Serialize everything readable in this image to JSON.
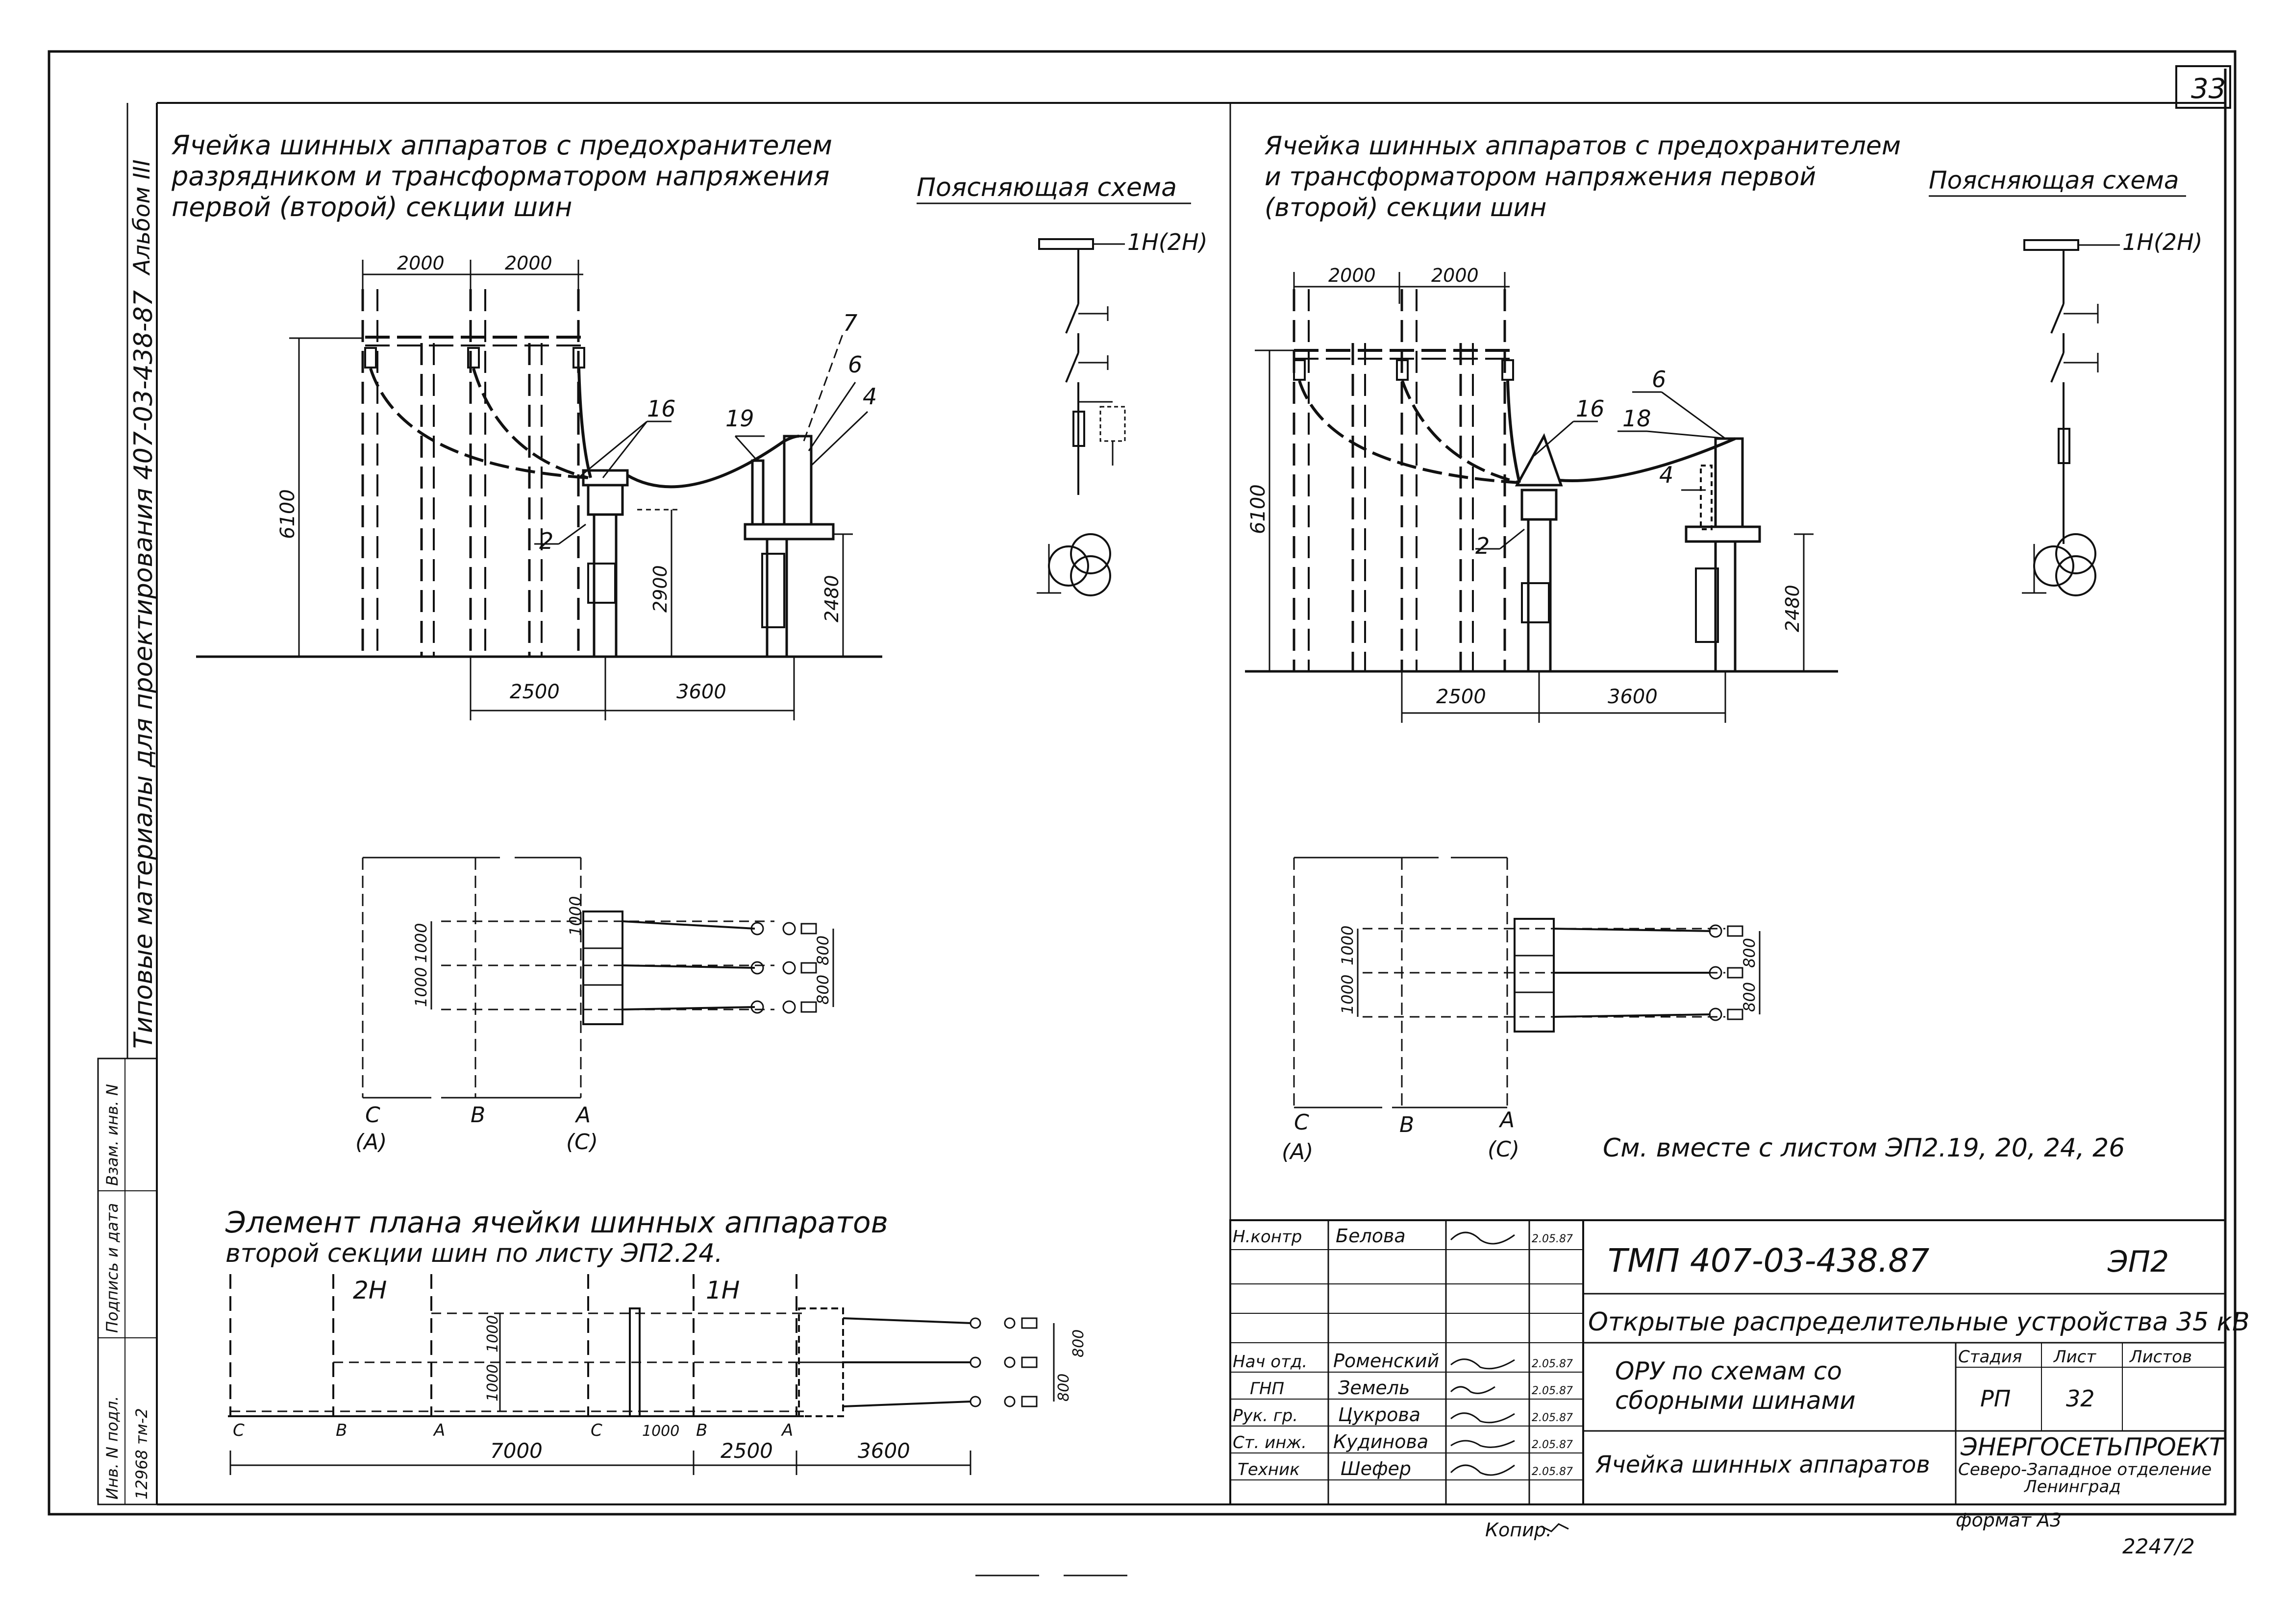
{
  "sheet_number": "33",
  "side_strip": {
    "album": "Альбом III",
    "series": "Типовые материалы для проектирования  407-03-438-87",
    "stamp_labels": [
      "Инв. N подл.",
      "Подпись и дата",
      "Взам. инв. N"
    ],
    "inventory_no": "12968 тм-2"
  },
  "left": {
    "title_lines": [
      "Ячейка шинных аппаратов с предохранителем",
      "разрядником и трансформатором напряжения",
      "первой (второй) секции шин"
    ],
    "schema_title": "Поясняющая схема",
    "schema_label": "1Н(2Н)",
    "dims_top": [
      "2000",
      "2000"
    ],
    "dim_height": "6100",
    "dim_mid": "2900",
    "dim_right": "2480",
    "dims_bottom": [
      "2500",
      "3600"
    ],
    "callouts": [
      "16",
      "19",
      "7",
      "6",
      "4",
      "2"
    ],
    "plan_dims": [
      "1000",
      "1000",
      "1000",
      "800",
      "800"
    ],
    "axes": [
      {
        "letter": "C",
        "sub": "(A)"
      },
      {
        "letter": "B",
        "sub": ""
      },
      {
        "letter": "A",
        "sub": "(C)"
      }
    ],
    "element_title_lines": [
      "Элемент плана ячейки шинных аппаратов",
      "второй секции шин по листу ЭП2.24."
    ],
    "element_labels": [
      "2Н",
      "1Н"
    ],
    "element_axes": [
      "C",
      "B",
      "A",
      "C",
      "B",
      "A"
    ],
    "element_dims": [
      "7000",
      "2500",
      "3600",
      "1000",
      "1000",
      "1000",
      "800",
      "800"
    ]
  },
  "right": {
    "title_lines": [
      "Ячейка шинных аппаратов с предохранителем",
      "и трансформатором напряжения первой",
      "(второй) секции шин"
    ],
    "schema_title": "Поясняющая схема",
    "schema_label": "1Н(2Н)",
    "dims_top": [
      "2000",
      "2000"
    ],
    "dim_height": "6100",
    "dim_right": "2480",
    "dims_bottom": [
      "2500",
      "3600"
    ],
    "callouts": [
      "16",
      "6",
      "18",
      "4",
      "2"
    ],
    "plan_dims": [
      "1000",
      "1000",
      "800",
      "800"
    ],
    "axes": [
      {
        "letter": "C",
        "sub": "(A)"
      },
      {
        "letter": "B",
        "sub": ""
      },
      {
        "letter": "A",
        "sub": "(C)"
      }
    ],
    "note": "См. вместе с листом ЭП2.19, 20, 24, 26"
  },
  "title_block": {
    "doc_code": "ТМП   407-03-438.87",
    "doc_sheet": "ЭП2",
    "project": "Открытые распределительные устройства 35 кВ",
    "subject_lines": [
      "ОРУ по схемам со",
      "сборными шинами"
    ],
    "drawing_name": "Ячейка шинных аппаратов",
    "stage_header": [
      "Стадия",
      "Лист",
      "Листов"
    ],
    "stage_values": [
      "РП",
      "32",
      ""
    ],
    "org_lines": [
      "ЭНЕРГОСЕТЬПРОЕКТ",
      "Северо-Западное отделение",
      "Ленинград"
    ],
    "staff": [
      {
        "role": "Н.контр",
        "name": "Белова",
        "date": "2.05.87"
      },
      {
        "role": "",
        "name": "",
        "date": ""
      },
      {
        "role": "",
        "name": "",
        "date": ""
      },
      {
        "role": "",
        "name": "",
        "date": ""
      },
      {
        "role": "Нач отд.",
        "name": "Роменский",
        "date": "2.05.87"
      },
      {
        "role": "ГНП",
        "name": "Земель",
        "date": "2.05.87"
      },
      {
        "role": "Рук. гр.",
        "name": "Цукрова",
        "date": "2.05.87"
      },
      {
        "role": "Ст. инж.",
        "name": "Кудинова",
        "date": "2.05.87"
      },
      {
        "role": "Техник",
        "name": "Шефер",
        "date": "2.05.87"
      }
    ]
  },
  "footer": {
    "kopir": "Копир.",
    "format": "формат А3",
    "archive": "2247/2"
  }
}
